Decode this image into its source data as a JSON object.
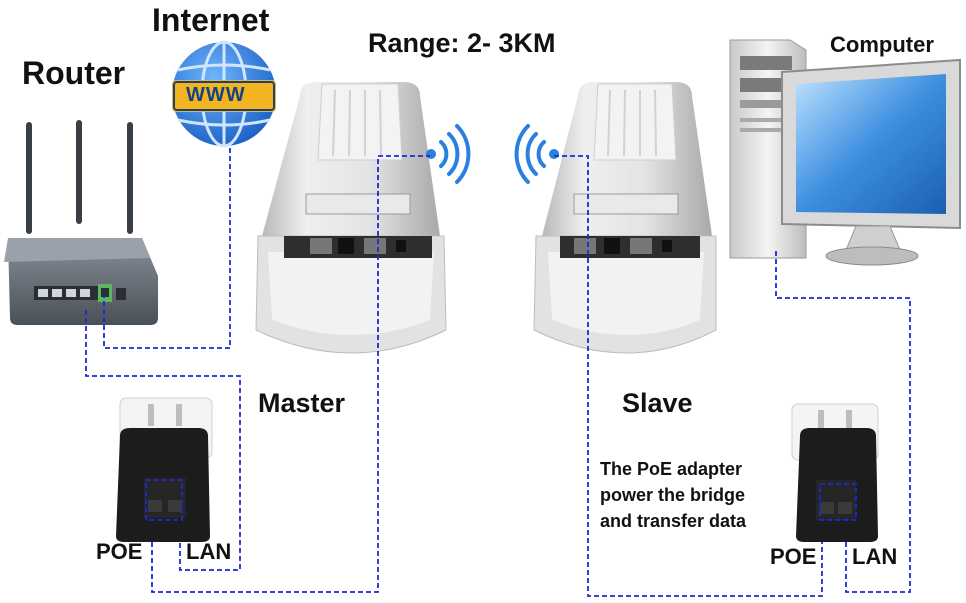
{
  "labels": {
    "internet": "Internet",
    "range": "Range: 2- 3KM",
    "computer": "Computer",
    "router": "Router",
    "master": "Master",
    "slave": "Slave",
    "poe_left": "POE",
    "lan_left": "LAN",
    "poe_right": "POE",
    "lan_right": "LAN",
    "note_line1": "The PoE adapter",
    "note_line2": "power the bridge",
    "note_line3": "and transfer data",
    "www": "WWW"
  },
  "colors": {
    "cable": "#1a2ad6",
    "globe": "#1f6fd8",
    "globe_light": "#4fa3f0",
    "www_banner": "#f2b51f",
    "wifi": "#2a7fe0",
    "device_body": "#dcdcdc",
    "router_body": "#5f6670",
    "adapter_body": "#1c1c1c",
    "port_highlight": "#5cb85c",
    "monitor_screen": "#3d8fe0"
  },
  "icons": [
    "globe-icon",
    "wifi-signal-icon",
    "router-icon",
    "computer-icon",
    "bridge-icon",
    "poe-adapter-icon"
  ]
}
